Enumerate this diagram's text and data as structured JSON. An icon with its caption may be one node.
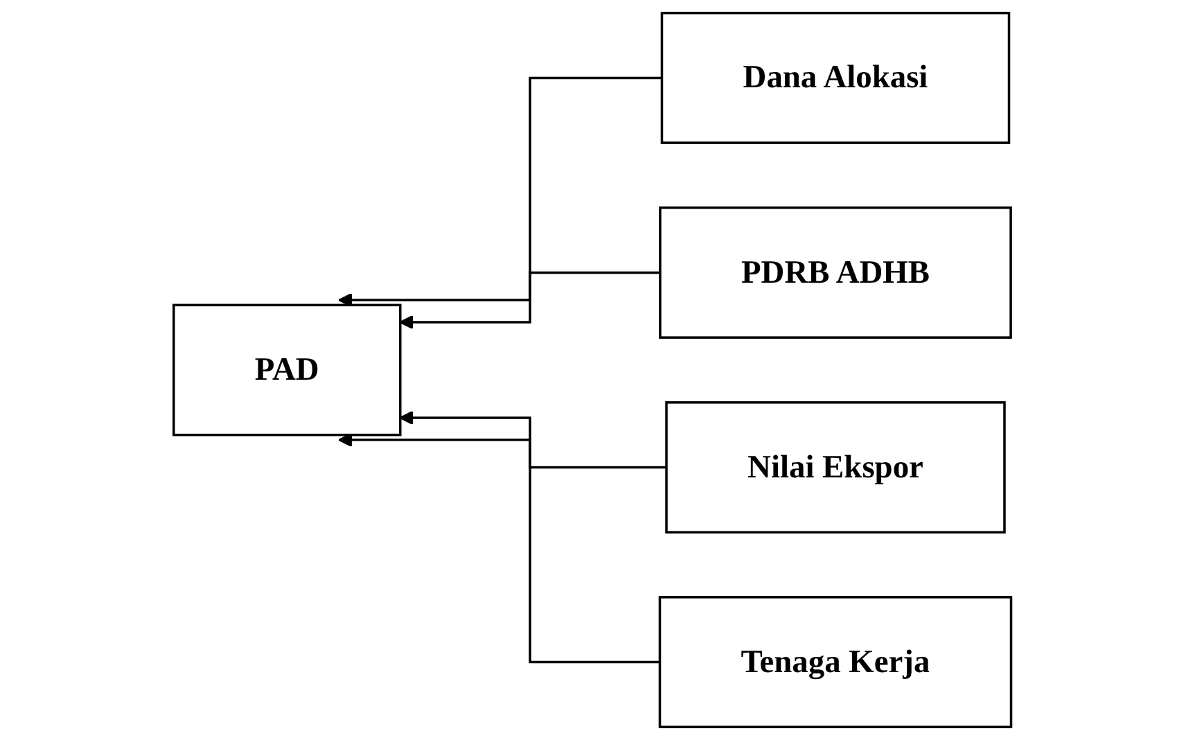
{
  "diagram": {
    "nodes": [
      {
        "text": [
          "PAD"
        ]
      },
      {
        "text": [
          "Dana Alokasi"
        ]
      },
      {
        "text": [
          "PDRB ADHB"
        ]
      },
      {
        "text": [
          "Nilai Ekspor"
        ]
      },
      {
        "text": [
          "Tenaga Kerja"
        ]
      }
    ],
    "edges": [
      {
        "from": 1,
        "to": 0,
        "arrow": "to"
      },
      {
        "from": 2,
        "to": 0,
        "arrow": "to"
      },
      {
        "from": 3,
        "to": 0,
        "arrow": "to"
      },
      {
        "from": 4,
        "to": 0,
        "arrow": "to"
      }
    ]
  }
}
